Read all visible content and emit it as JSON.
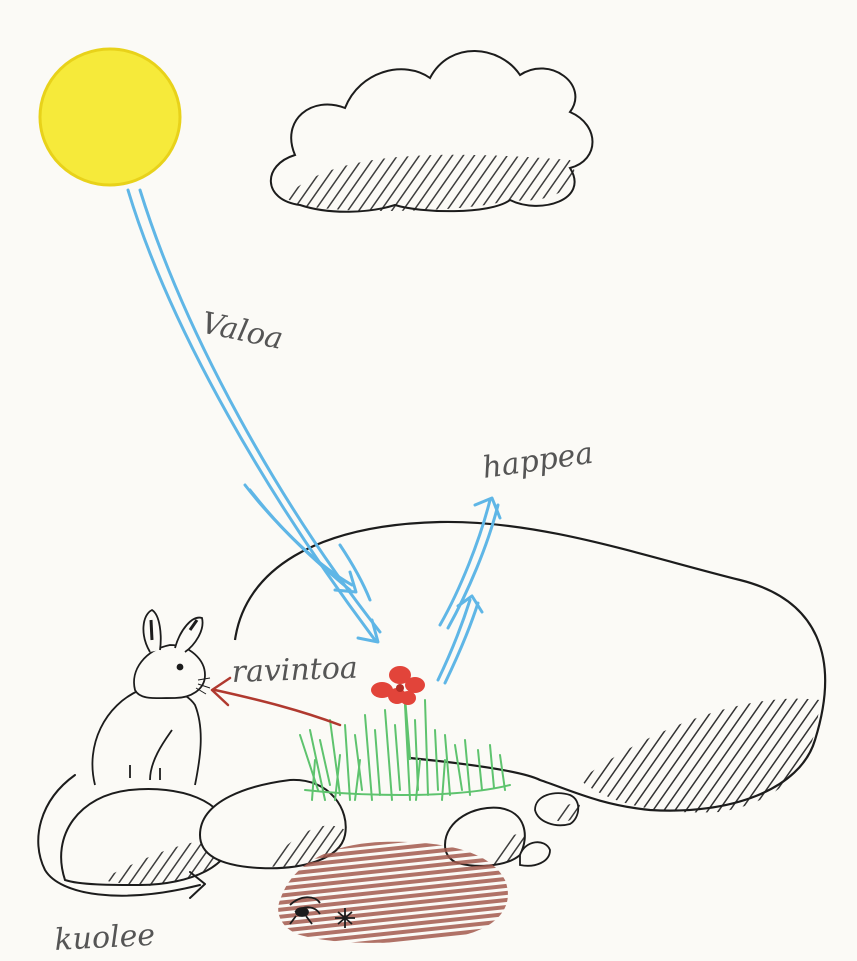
{
  "labels": {
    "light": "Valoa",
    "oxygen": "happea",
    "food": "ravintoa",
    "dies": "kuolee"
  },
  "colors": {
    "sun": "#f6ea3a",
    "light_arrows": "#5fb6e6",
    "food_arrow": "#b0392f",
    "flower": "#e2443a",
    "grass": "#5ec36e",
    "soil": "#a35a4e",
    "outline": "#2a2a2a"
  }
}
